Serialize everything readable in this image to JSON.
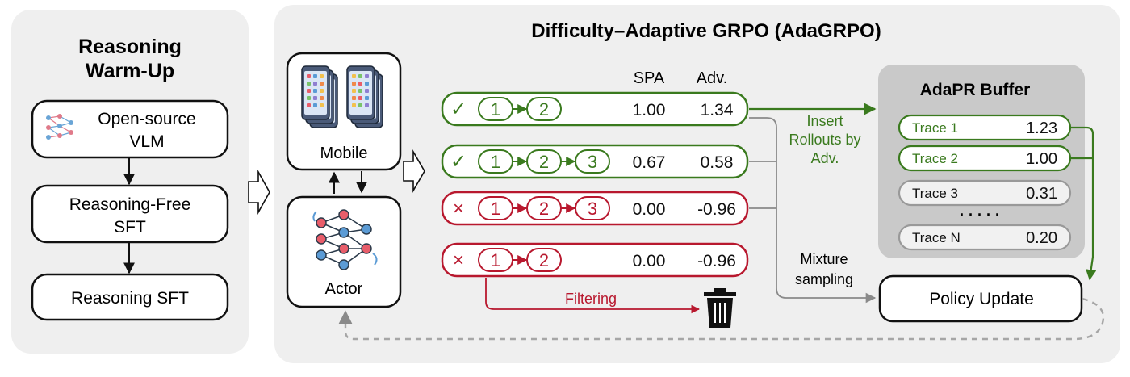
{
  "warmup": {
    "title_line1": "Reasoning",
    "title_line2": "Warm-Up",
    "step1_line1": "Open-source",
    "step1_line2": "VLM",
    "step2_line1": "Reasoning-Free",
    "step2_line2": "SFT",
    "step3": "Reasoning SFT"
  },
  "grpo": {
    "title": "Difficulty–Adaptive GRPO (AdaGRPO)",
    "mobile_label": "Mobile",
    "actor_label": "Actor",
    "col_spa": "SPA",
    "col_adv": "Adv.",
    "rollouts": [
      {
        "status": "success",
        "mark": "✓",
        "steps": [
          "1",
          "2"
        ],
        "spa": "1.00",
        "adv": "1.34"
      },
      {
        "status": "success",
        "mark": "✓",
        "steps": [
          "1",
          "2",
          "3"
        ],
        "spa": "0.67",
        "adv": "0.58"
      },
      {
        "status": "fail",
        "mark": "×",
        "steps": [
          "1",
          "2",
          "3"
        ],
        "spa": "0.00",
        "adv": "-0.96"
      },
      {
        "status": "fail",
        "mark": "×",
        "steps": [
          "1",
          "2"
        ],
        "spa": "0.00",
        "adv": "-0.96"
      }
    ],
    "filtering_label": "Filtering",
    "insert_line1": "Insert",
    "insert_line2": "Rollouts by",
    "insert_line3": "Adv.",
    "mixture_line1": "Mixture",
    "mixture_line2": "sampling",
    "policy_update": "Policy Update"
  },
  "buffer": {
    "title": "AdaPR Buffer",
    "traces": [
      {
        "name": "Trace 1",
        "value": "1.23",
        "highlight": true
      },
      {
        "name": "Trace 2",
        "value": "1.00",
        "highlight": true
      },
      {
        "name": "Trace 3",
        "value": "0.31",
        "highlight": false
      }
    ],
    "ellipsis": "· · · · ·",
    "last_trace": {
      "name": "Trace N",
      "value": "0.20",
      "highlight": false
    }
  },
  "colors": {
    "green": "#3a7a1e",
    "red": "#b8182e",
    "gray_arrow": "#8a8a8a",
    "panel": "#efefef",
    "buffer_bg": "#c9c9c9"
  }
}
